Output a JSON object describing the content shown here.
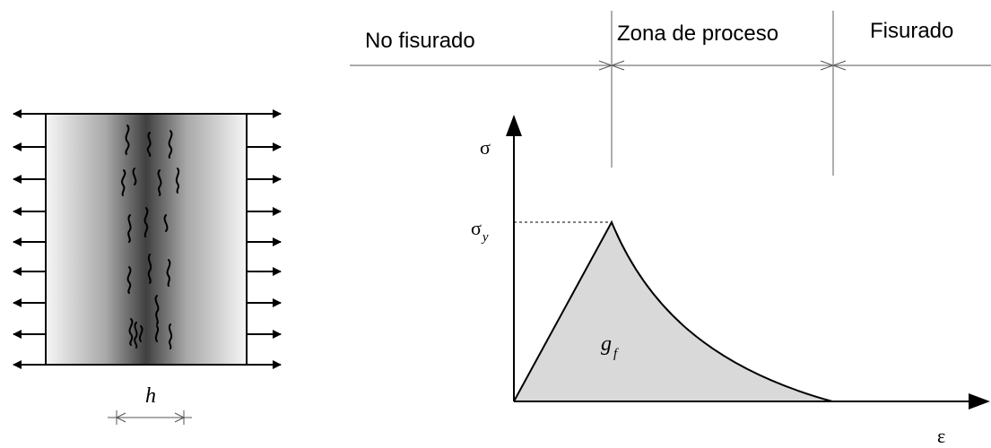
{
  "zones": {
    "uncracked_label": "No fisurado",
    "process_label": "Zona de proceso",
    "cracked_label": "Fisurado"
  },
  "graph": {
    "y_axis_label": "σ",
    "yield_stress_symbol": "σ",
    "yield_stress_subscript": "y",
    "fracture_energy_symbol": "g",
    "fracture_energy_subscript": "f",
    "x_axis_label": "ε"
  },
  "specimen": {
    "band_width_label": "h"
  },
  "colors": {
    "ink": "#000000",
    "area_fill": "#d9d9d9",
    "specimen_edge": "#f5f5f5",
    "specimen_center": "#3a3a3a"
  }
}
